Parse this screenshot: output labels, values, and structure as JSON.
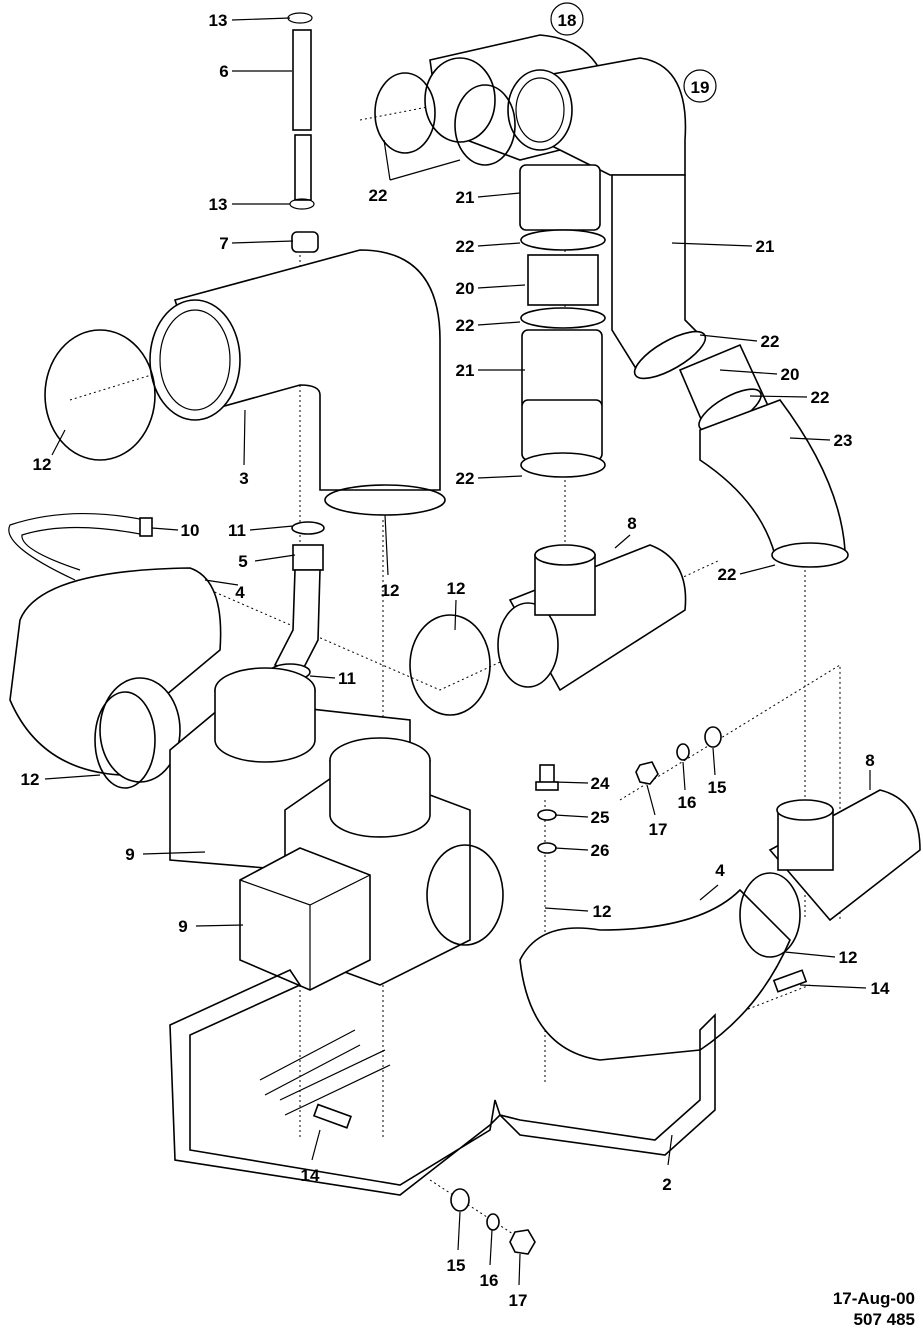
{
  "diagram": {
    "type": "exploded parts diagram",
    "callouts": [
      "13",
      "6",
      "13",
      "7",
      "18",
      "19",
      "22",
      "21",
      "22",
      "20",
      "22",
      "21",
      "22",
      "21",
      "22",
      "20",
      "22",
      "23",
      "22",
      "8",
      "8",
      "12",
      "3",
      "12",
      "10",
      "11",
      "5",
      "4",
      "11",
      "12",
      "12",
      "9",
      "9",
      "24",
      "25",
      "26",
      "17",
      "16",
      "15",
      "4",
      "12",
      "12",
      "14",
      "14",
      "2",
      "15",
      "16",
      "17"
    ],
    "circled_callouts": [
      "18",
      "19"
    ],
    "date": "17-Aug-00",
    "drawing_number": "507 485"
  }
}
